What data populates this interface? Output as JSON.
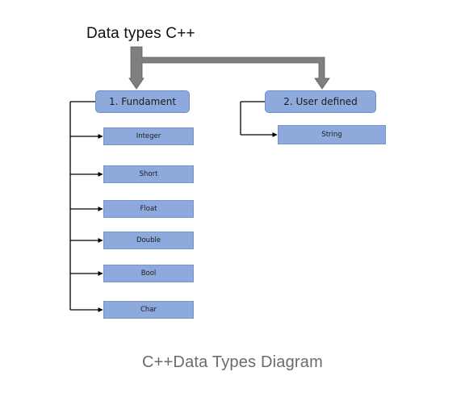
{
  "diagram": {
    "root": {
      "label": "Data types C++"
    },
    "groups": [
      {
        "id": "fundamental",
        "label": "1.  Fundament",
        "items": [
          "Integer",
          "Short",
          "Float",
          "Double",
          "Bool",
          "Char"
        ]
      },
      {
        "id": "user-defined",
        "label": "2. User defined",
        "items": [
          "String"
        ]
      }
    ],
    "colors": {
      "box_fill": "#8eaadc",
      "box_border": "#6d8fca",
      "bracket_fill": "#7f7f7f",
      "bracket_edge": "#5e5e5e",
      "connector": "#000000"
    }
  },
  "caption": "C++Data Types Diagram"
}
